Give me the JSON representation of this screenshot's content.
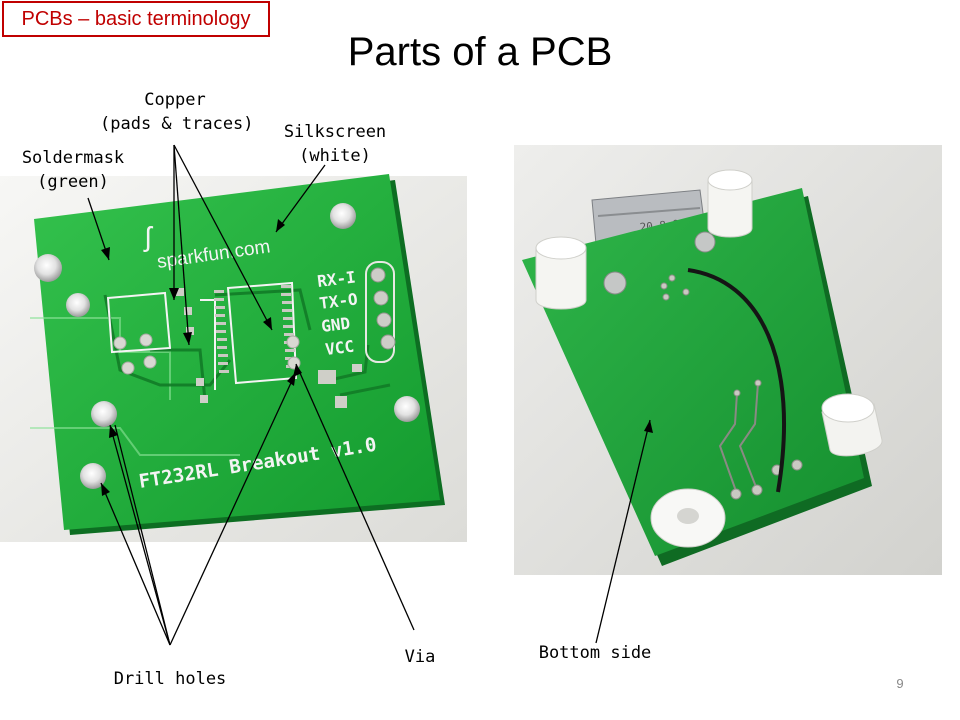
{
  "header": {
    "section_tag": "PCBs – basic terminology",
    "title": "Parts of a PCB"
  },
  "labels": {
    "copper_line1": "Copper",
    "copper_line2": "(pads & traces)",
    "silkscreen_line1": "Silkscreen",
    "silkscreen_line2": "(white)",
    "soldermask_line1": "Soldermask",
    "soldermask_line2": "(green)",
    "drill_holes": "Drill holes",
    "via": "Via",
    "bottom_side": "Bottom side"
  },
  "top_photo": {
    "brand": "sparkfun.com",
    "pins": [
      "RX-I",
      "TX-O",
      "GND",
      "VCC"
    ],
    "board_name": "FT232RL Breakout v1.0"
  },
  "bottom_photo": {
    "marking": "20-8-9"
  },
  "footer": {
    "page_number": "9"
  },
  "colors": {
    "pcb_green": "#1ea83a",
    "tag_red": "#c00000"
  }
}
